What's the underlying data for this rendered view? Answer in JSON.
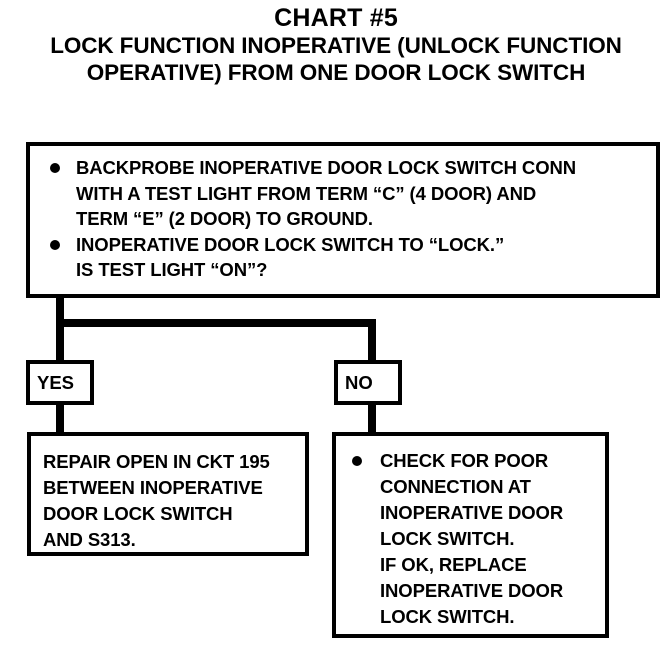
{
  "title": {
    "main": "CHART #5",
    "sub_lines": [
      "LOCK FUNCTION INOPERATIVE (UNLOCK FUNCTION",
      "OPERATIVE) FROM ONE DOOR LOCK SWITCH"
    ]
  },
  "question_box": {
    "bullets": [
      {
        "lines": [
          "BACKPROBE INOPERATIVE DOOR LOCK SWITCH CONN",
          "WITH A TEST LIGHT FROM TERM “C” (4 DOOR) AND",
          "TERM “E” (2 DOOR) TO GROUND."
        ]
      },
      {
        "lines": [
          "INOPERATIVE DOOR LOCK SWITCH TO “LOCK.”",
          "IS TEST LIGHT “ON”?"
        ]
      }
    ]
  },
  "branches": {
    "yes_label": "YES",
    "no_label": "NO"
  },
  "yes_result_box": {
    "lines": [
      "REPAIR OPEN IN CKT 195",
      "BETWEEN INOPERATIVE",
      "DOOR LOCK SWITCH",
      "AND S313."
    ]
  },
  "no_result_box": {
    "bullets": [
      {
        "lines": [
          "CHECK FOR POOR",
          "CONNECTION AT",
          "INOPERATIVE DOOR",
          "LOCK SWITCH.",
          "IF OK, REPLACE",
          "INOPERATIVE DOOR",
          "LOCK SWITCH."
        ]
      }
    ]
  },
  "colors": {
    "ink": "#000000",
    "paper": "#ffffff"
  }
}
